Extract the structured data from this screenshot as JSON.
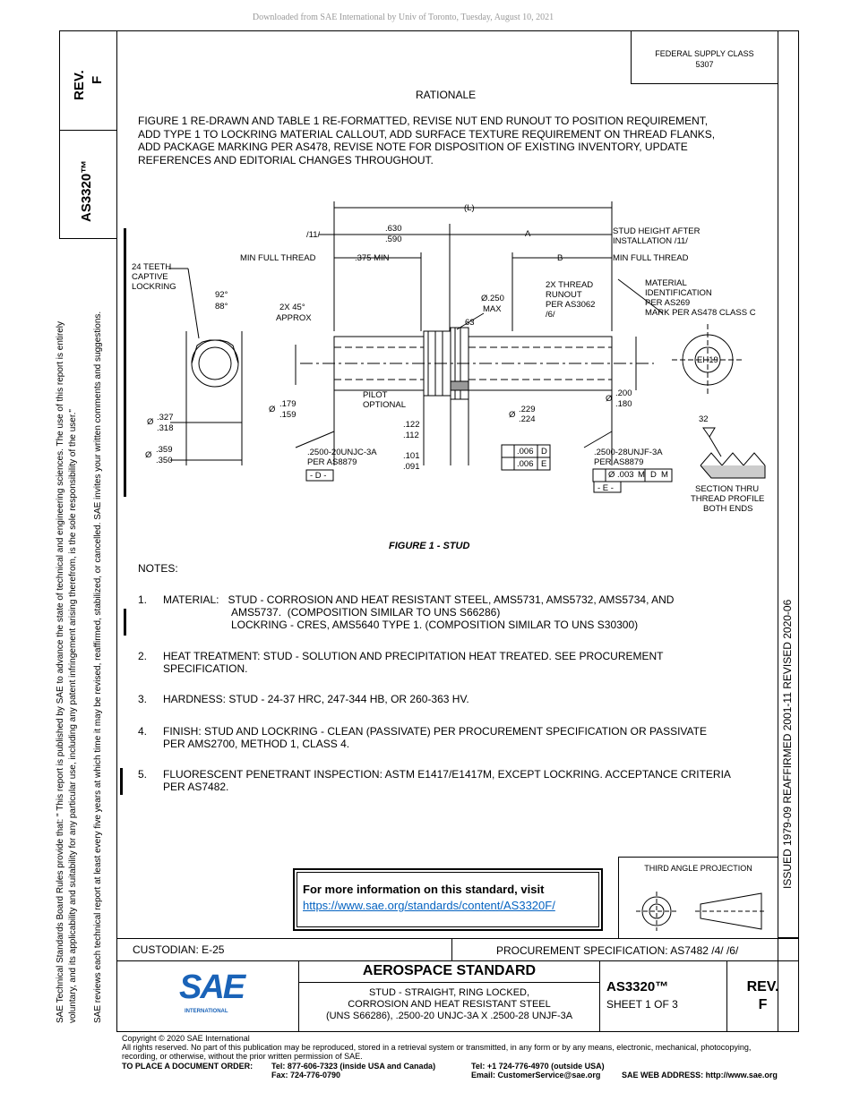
{
  "download_notice": "Downloaded from SAE International by Univ of Toronto, Tuesday, August 10, 2021",
  "federal_supply": {
    "line1": "FEDERAL SUPPLY CLASS",
    "line2": "5307"
  },
  "left_strip": {
    "rev_label": "REV.",
    "rev_value": "F",
    "doc_number": "AS3320™"
  },
  "rationale": {
    "heading": "RATIONALE",
    "lines": [
      "FIGURE 1 RE-DRAWN AND TABLE 1 RE-FORMATTED, REVISE NUT END RUNOUT TO POSITION REQUIREMENT,",
      "ADD TYPE 1 TO LOCKRING MATERIAL CALLOUT, ADD SURFACE TEXTURE REQUIREMENT ON THREAD FLANKS,",
      "ADD PACKAGE MARKING PER AS478, REVISE NOTE FOR DISPOSITION OF EXISTING INVENTORY, UPDATE",
      "REFERENCES AND EDITORIAL CHANGES THROUGHOUT."
    ]
  },
  "figure": {
    "caption": "FIGURE 1 - STUD",
    "labels": {
      "L": "(L)",
      "f11": "/11/",
      "d630": ".630",
      "d590": ".590",
      "A": "A",
      "stud_height_1": "STUD HEIGHT AFTER",
      "stud_height_2": "INSTALLATION /11/",
      "min_full_thread_left": "MIN FULL THREAD",
      "d375": ".375 MIN",
      "B": "B",
      "min_full_thread_right": "MIN FULL THREAD",
      "teeth_1": "24 TEETH",
      "teeth_2": "CAPTIVE",
      "teeth_3": "LOCKRING",
      "ang92": "92°",
      "ang88": "88°",
      "chamfer_1": "2X 45°",
      "chamfer_2": "APPROX",
      "dia250_1": "Ø.250",
      "dia250_2": "MAX",
      "s63": "63",
      "runout_1": "2X THREAD",
      "runout_2": "RUNOUT",
      "runout_3": "PER AS3062",
      "runout_4": "/6/",
      "matid_1": "MATERIAL",
      "matid_2": "IDENTIFICATION",
      "matid_3": "PER AS269",
      "matid_4": "MARK PER AS478 CLASS C",
      "eh19": "EH19",
      "d179": ".179",
      "d159": ".159",
      "pilot_1": "PILOT",
      "pilot_2": "OPTIONAL",
      "d229": ".229",
      "d224": ".224",
      "d200": ".200",
      "d180": ".180",
      "d327": ".327",
      "d318": ".318",
      "d122": ".122",
      "d112": ".112",
      "s32": "32",
      "d359": ".359",
      "d350": ".350",
      "d101": ".101",
      "d091": ".091",
      "thread_left_1": ".2500-20UNJC-3A",
      "thread_left_2": "PER AS8879",
      "datum_d": "- D -",
      "tol1_val": ".006",
      "tol1_ref": "D",
      "tol2_val": ".006",
      "tol2_ref": "E",
      "thread_right_1": ".2500-28UNJF-3A",
      "thread_right_2": "PER AS8879",
      "pos_val": "Ø .003",
      "pos_m": "M",
      "pos_d": "D",
      "datum_e": "- E -",
      "section_1": "SECTION THRU",
      "section_2": "THREAD PROFILE",
      "section_3": "BOTH ENDS",
      "dia_sym": "Ø"
    }
  },
  "notes": {
    "heading": "NOTES:",
    "items": [
      {
        "num": "1.",
        "lines": [
          "MATERIAL:   STUD - CORROSION AND HEAT RESISTANT STEEL, AMS5731, AMS5732, AMS5734, AND",
          "AMS5737.  (COMPOSITION SIMILAR TO UNS S66286)",
          "LOCKRING - CRES, AMS5640 TYPE 1. (COMPOSITION SIMILAR TO UNS S30300)"
        ]
      },
      {
        "num": "2.",
        "lines": [
          "HEAT TREATMENT: STUD - SOLUTION AND PRECIPITATION HEAT TREATED. SEE PROCUREMENT",
          "SPECIFICATION."
        ]
      },
      {
        "num": "3.",
        "lines": [
          "HARDNESS: STUD - 24-37 HRC, 247-344 HB, OR 260-363 HV."
        ]
      },
      {
        "num": "4.",
        "lines": [
          "FINISH: STUD AND LOCKRING - CLEAN (PASSIVATE) PER PROCUREMENT SPECIFICATION OR PASSIVATE",
          "PER AMS2700, METHOD 1, CLASS 4."
        ]
      },
      {
        "num": "5.",
        "lines": [
          "FLUORESCENT PENETRANT INSPECTION: ASTM E1417/E1417M, EXCEPT LOCKRING. ACCEPTANCE CRITERIA",
          "PER AS7482."
        ]
      }
    ]
  },
  "right_strip": {
    "text": "ISSUED  1979-09     REAFFIRMED 2001-11     REVISED 2020-06"
  },
  "left_margin": {
    "line1": "SAE Technical Standards Board Rules provide that: \"  This report is published by SAE to advance the state of technical and engineering sciences. The use of this report is entirely",
    "line2": "voluntary, and its applicability and suitability for any particular use, including any patent infringement arising therefrom, is the sole responsibility of the user.\"",
    "line3": "SAE reviews each technical report at least every five years at which time it may be revised, reaffirmed, stabilized, or cancelled. SAE invites your written comments and suggestions."
  },
  "info_box": {
    "title": "For more information on this standard, visit",
    "link": "https://www.sae.org/standards/content/AS3320F/"
  },
  "projection": {
    "label": "THIRD ANGLE PROJECTION"
  },
  "title_block": {
    "custodian": "CUSTODIAN: E-25",
    "procurement": "PROCUREMENT SPECIFICATION: AS7482 /4/ /6/",
    "logo_text": "SAE",
    "logo_sub": "INTERNATIONAL",
    "heading": "AEROSPACE STANDARD",
    "desc_1": "STUD - STRAIGHT, RING LOCKED,",
    "desc_2": "CORROSION AND HEAT RESISTANT STEEL",
    "desc_3": "(UNS S66286), .2500-20 UNJC-3A X .2500-28 UNJF-3A",
    "doc_number": "AS3320™",
    "sheet": "SHEET 1 OF 3",
    "rev_label": "REV.",
    "rev_value": "F"
  },
  "footer": {
    "copyright": "Copyright © 2020 SAE International",
    "rights_1": "All rights reserved. No part of this publication may be reproduced, stored in a retrieval system or transmitted, in any form or by any means, electronic, mechanical, photocopying,",
    "rights_2": "recording, or otherwise, without the prior written permission of SAE.",
    "order_label": "TO PLACE A DOCUMENT ORDER:",
    "tel_us": "Tel: 877-606-7323 (inside USA and Canada)",
    "fax": "Fax: 724-776-0790",
    "tel_out": "Tel: +1 724-776-4970 (outside USA)",
    "email": "Email: CustomerService@sae.org",
    "web": "SAE WEB ADDRESS: http://www.sae.org"
  }
}
